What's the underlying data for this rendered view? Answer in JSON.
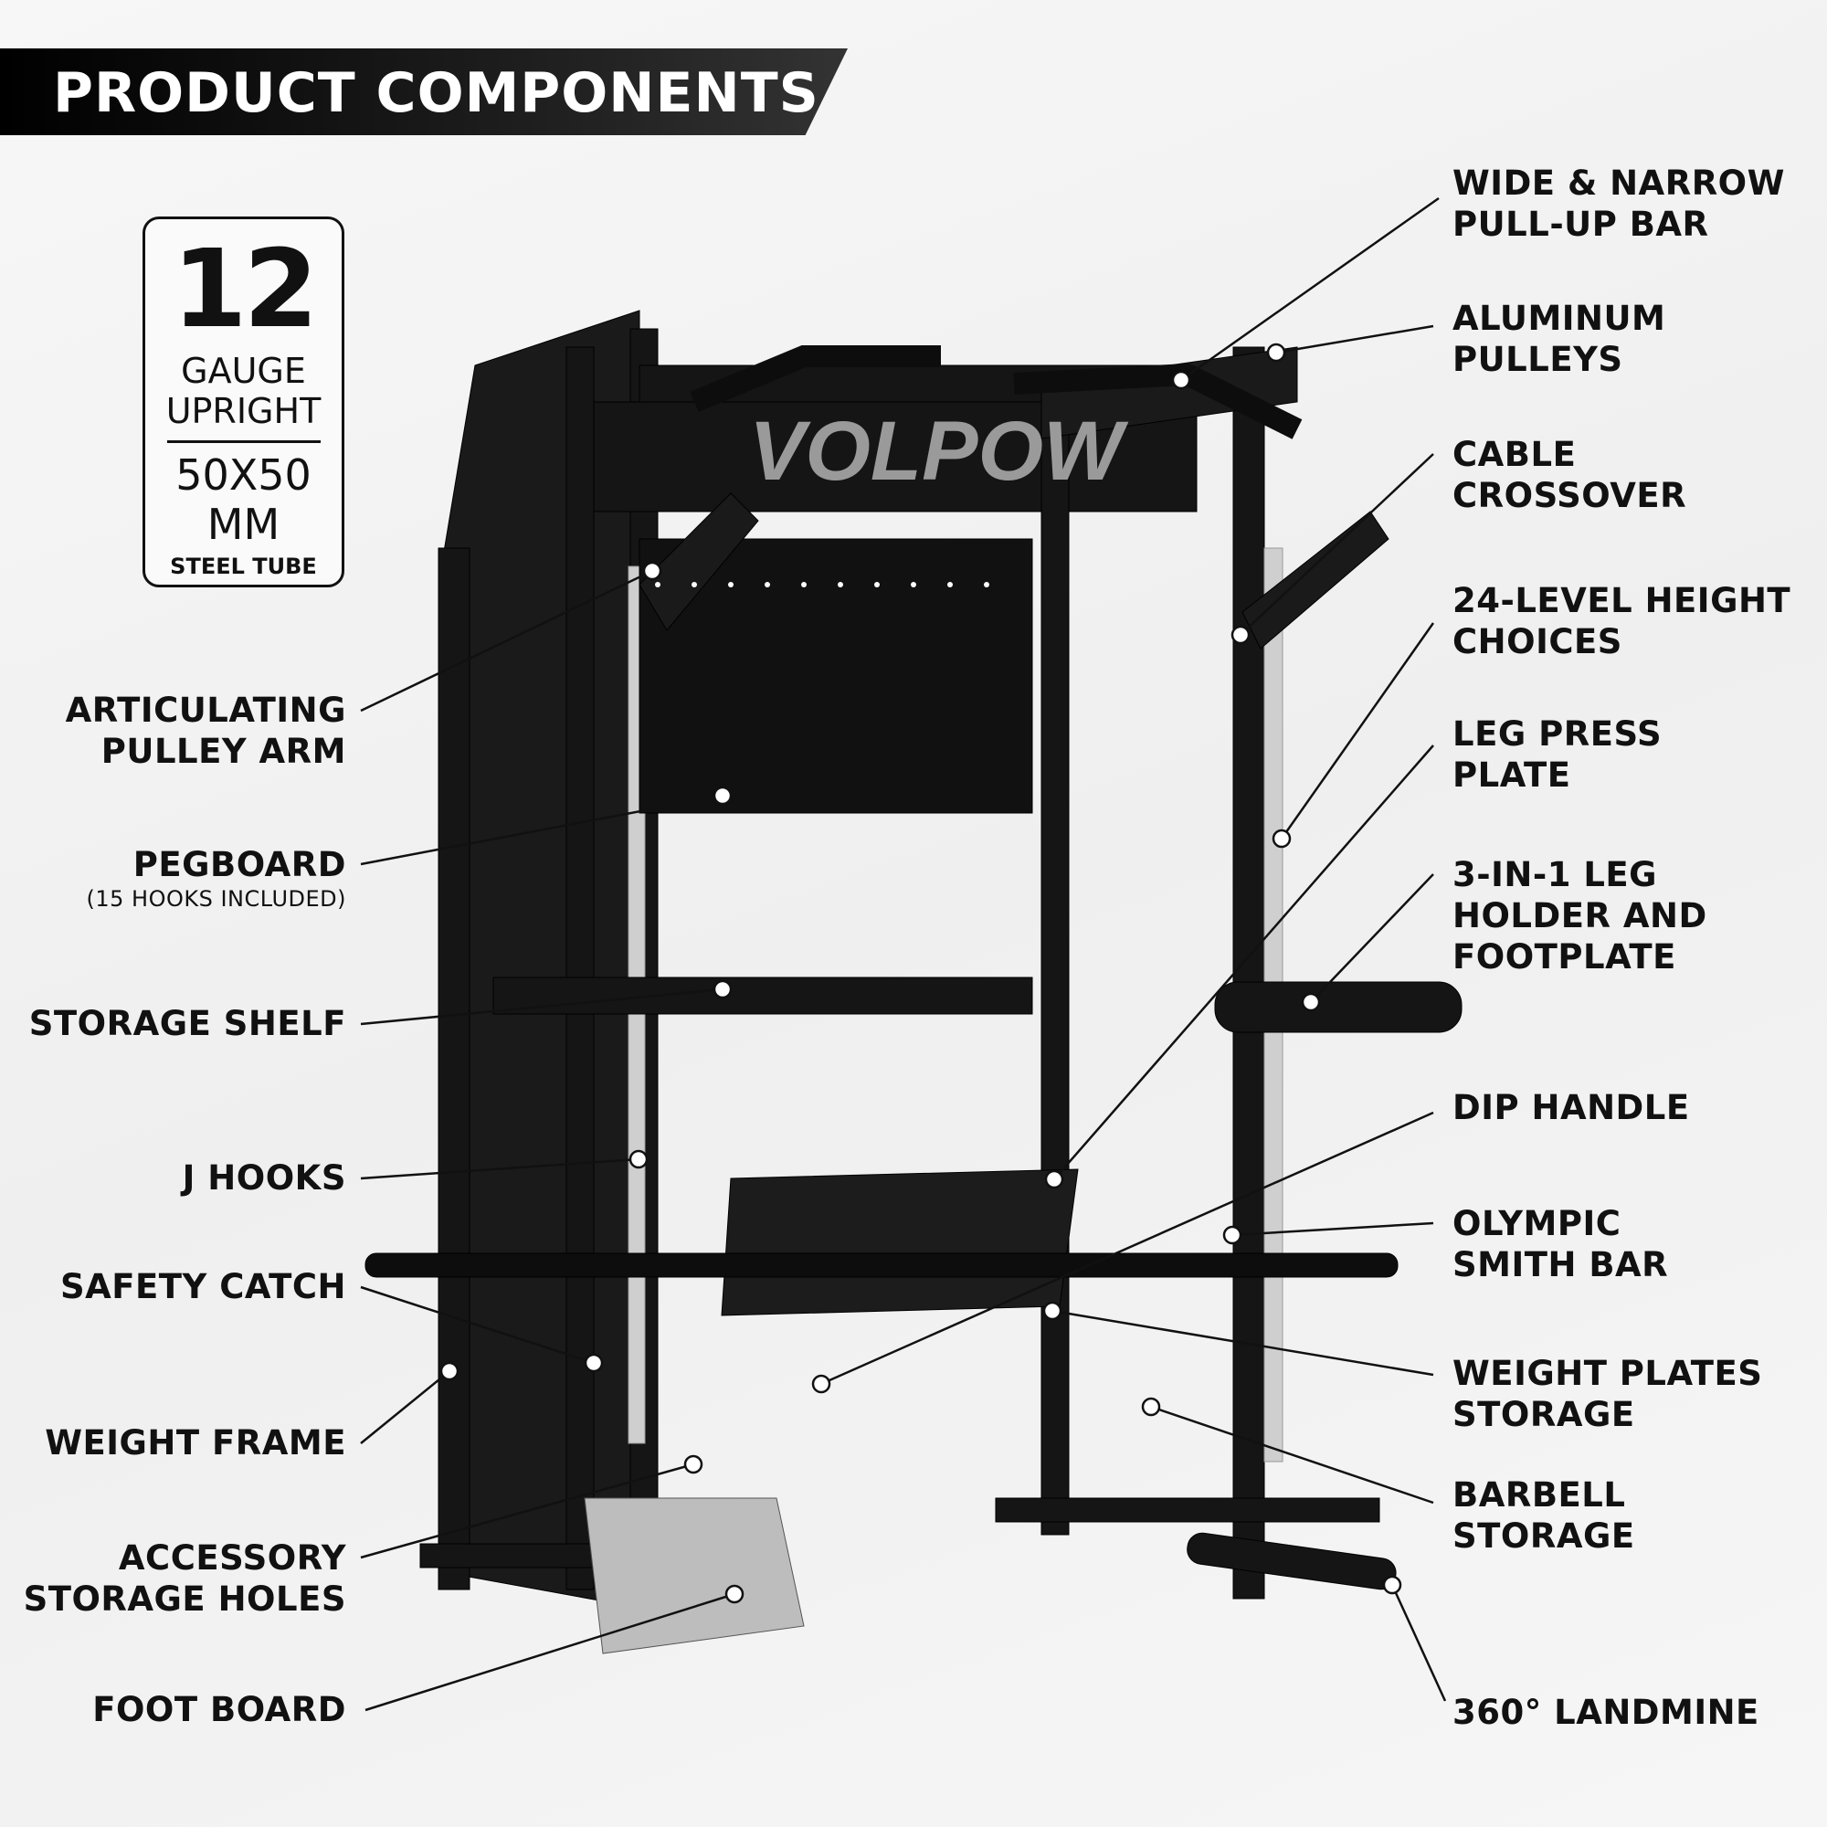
{
  "header": {
    "title": "PRODUCT COMPONENTS"
  },
  "badge": {
    "number": "12",
    "line1": "GAUGE",
    "line2": "UPRIGHT",
    "size": "50X50",
    "unit": "MM",
    "material": "STEEL TUBE"
  },
  "brand": {
    "logo_text": "VOLPOW"
  },
  "labels_left": [
    {
      "lines": [
        "ARTICULATING",
        "PULLEY ARM"
      ]
    },
    {
      "lines": [
        "PEGBOARD"
      ],
      "note": "(15 HOOKS INCLUDED)"
    },
    {
      "lines": [
        "STORAGE SHELF"
      ]
    },
    {
      "lines": [
        "J HOOKS"
      ]
    },
    {
      "lines": [
        "SAFETY CATCH"
      ]
    },
    {
      "lines": [
        "WEIGHT FRAME"
      ]
    },
    {
      "lines": [
        "ACCESSORY",
        "STORAGE HOLES"
      ]
    },
    {
      "lines": [
        "FOOT BOARD"
      ]
    }
  ],
  "labels_right": [
    {
      "lines": [
        "WIDE & NARROW",
        "PULL-UP BAR"
      ]
    },
    {
      "lines": [
        "ALUMINUM",
        "PULLEYS"
      ]
    },
    {
      "lines": [
        "CABLE",
        "CROSSOVER"
      ]
    },
    {
      "lines": [
        "24-LEVEL HEIGHT",
        "CHOICES"
      ]
    },
    {
      "lines": [
        "LEG PRESS",
        "PLATE"
      ]
    },
    {
      "lines": [
        "3-IN-1 LEG",
        "HOLDER AND",
        "FOOTPLATE"
      ]
    },
    {
      "lines": [
        "DIP HANDLE"
      ]
    },
    {
      "lines": [
        "OLYMPIC",
        "SMITH BAR"
      ]
    },
    {
      "lines": [
        "WEIGHT PLATES",
        "STORAGE"
      ]
    },
    {
      "lines": [
        "BARBELL",
        "STORAGE"
      ]
    },
    {
      "lines": [
        "360° LANDMINE"
      ]
    }
  ],
  "colors": {
    "frame": "#111111",
    "banner": "#000000",
    "text": "#111111",
    "steel": "#c8c8c8"
  }
}
